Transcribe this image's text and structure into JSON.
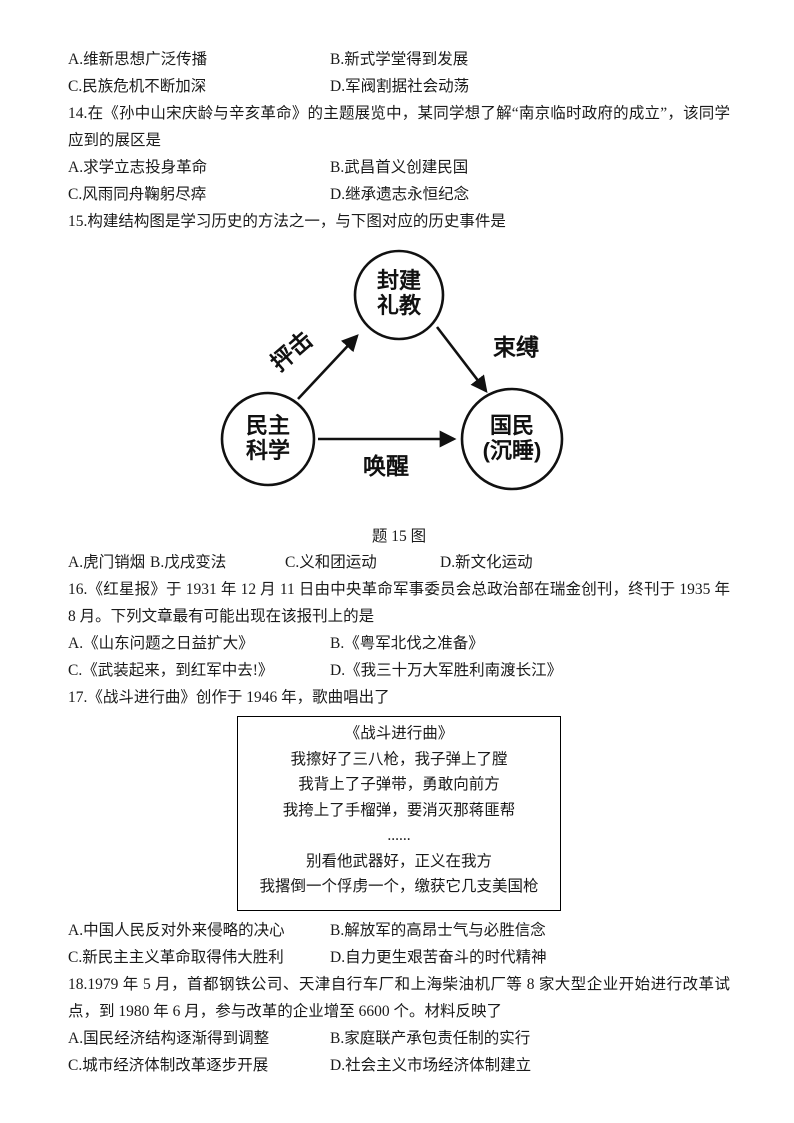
{
  "doc": {
    "q13": {
      "opts": [
        [
          "A.维新思想广泛传播",
          "B.新式学堂得到发展"
        ],
        [
          "C.民族危机不断加深",
          "D.军阀割据社会动荡"
        ]
      ]
    },
    "q14": {
      "stem": "14.在《孙中山宋庆龄与辛亥革命》的主题展览中，某同学想了解“南京临时政府的成立”，该同学应到的展区是",
      "opts": [
        [
          "A.求学立志投身革命",
          "B.武昌首义创建民国"
        ],
        [
          "C.风雨同舟鞠躬尽瘁",
          "D.继承遗志永恒纪念"
        ]
      ]
    },
    "q15": {
      "stem": "15.构建结构图是学习历史的方法之一，与下图对应的历史事件是",
      "diagram": {
        "node_top_l1": "封建",
        "node_top_l2": "礼教",
        "node_left_l1": "民主",
        "node_left_l2": "科学",
        "node_right_l1": "国民",
        "node_right_l2": "(沉睡)",
        "edge_attack": "抨击",
        "edge_bind": "束缚",
        "edge_awaken": "唤醒",
        "caption": "题 15 图"
      },
      "opts4": [
        "A.虎门销烟",
        "B.戊戌变法",
        "C.义和团运动",
        "D.新文化运动"
      ]
    },
    "q16": {
      "stem": "16.《红星报》于 1931 年 12 月 11 日由中央革命军事委员会总政治部在瑞金创刊，终刊于 1935 年 8 月。下列文章最有可能出现在该报刊上的是",
      "opts": [
        [
          "A.《山东问题之日益扩大》",
          "B.《粤军北伐之准备》"
        ],
        [
          "C.《武装起来，到红军中去!》",
          "D.《我三十万大军胜利南渡长江》"
        ]
      ]
    },
    "q17": {
      "stem": "17.《战斗进行曲》创作于 1946 年，歌曲唱出了",
      "song_title": "《战斗进行曲》",
      "song_lines": [
        "我擦好了三八枪，我子弹上了膛",
        "我背上了子弹带，勇敢向前方",
        "我挎上了手榴弹，要消灭那蒋匪帮",
        "......",
        "别看他武器好，正义在我方",
        "我撂倒一个俘虏一个，缴获它几支美国枪"
      ],
      "opts": [
        [
          "A.中国人民反对外来侵略的决心",
          "B.解放军的高昂士气与必胜信念"
        ],
        [
          "C.新民主主义革命取得伟大胜利",
          "D.自力更生艰苦奋斗的时代精神"
        ]
      ]
    },
    "q18": {
      "stem": "18.1979 年 5 月，首都钢铁公司、天津自行车厂和上海柴油机厂等 8 家大型企业开始进行改革试点，到 1980 年 6 月，参与改革的企业增至 6600 个。材料反映了",
      "opts": [
        [
          "A.国民经济结构逐渐得到调整",
          "B.家庭联产承包责任制的实行"
        ],
        [
          "C.城市经济体制改革逐步开展",
          "D.社会主义市场经济体制建立"
        ]
      ]
    }
  }
}
